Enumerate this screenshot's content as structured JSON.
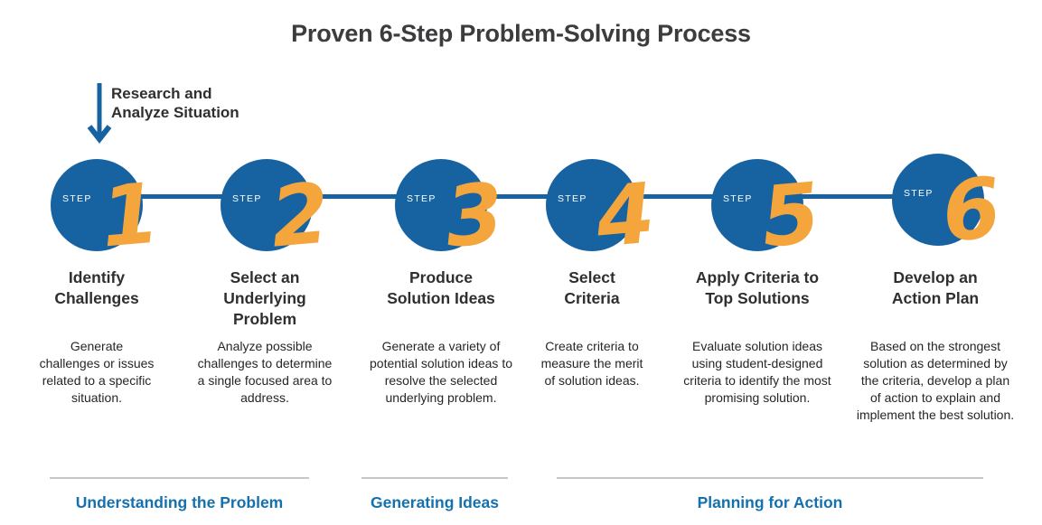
{
  "title": "Proven 6-Step Problem-Solving Process",
  "annotation": {
    "line1": "Research and",
    "line2": "Analyze Situation"
  },
  "steps": [
    {
      "step_label": "STEP",
      "number": "1",
      "title": "Identify Challenges",
      "description": "Generate challenges or issues related to a specific situation."
    },
    {
      "step_label": "STEP",
      "number": "2",
      "title": "Select an Underlying Problem",
      "description": "Analyze possible challenges to determine a single focused area to address."
    },
    {
      "step_label": "STEP",
      "number": "3",
      "title": "Produce Solution Ideas",
      "description": "Generate a variety of potential solution ideas to resolve the selected underlying problem."
    },
    {
      "step_label": "STEP",
      "number": "4",
      "title": "Select Criteria",
      "description": "Create criteria to measure the merit of solution ideas."
    },
    {
      "step_label": "STEP",
      "number": "5",
      "title": "Apply Criteria to Top Solutions",
      "description": "Evaluate solution ideas using student-designed criteria to identify the most promising solution."
    },
    {
      "step_label": "STEP",
      "number": "6",
      "title": "Develop an Action Plan",
      "description": "Based on the strongest solution as determined by the criteria, develop a plan of action to explain and implement the best solution."
    }
  ],
  "phases": [
    {
      "label": "Understanding the Problem"
    },
    {
      "label": "Generating Ideas"
    },
    {
      "label": "Planning for Action"
    }
  ],
  "colors": {
    "primary_blue": "#1763a1",
    "accent_orange": "#f4a63c",
    "phase_label_blue": "#1471ae",
    "heading_gray": "#3c3b3d",
    "divider_gray": "#c6c6c6"
  }
}
